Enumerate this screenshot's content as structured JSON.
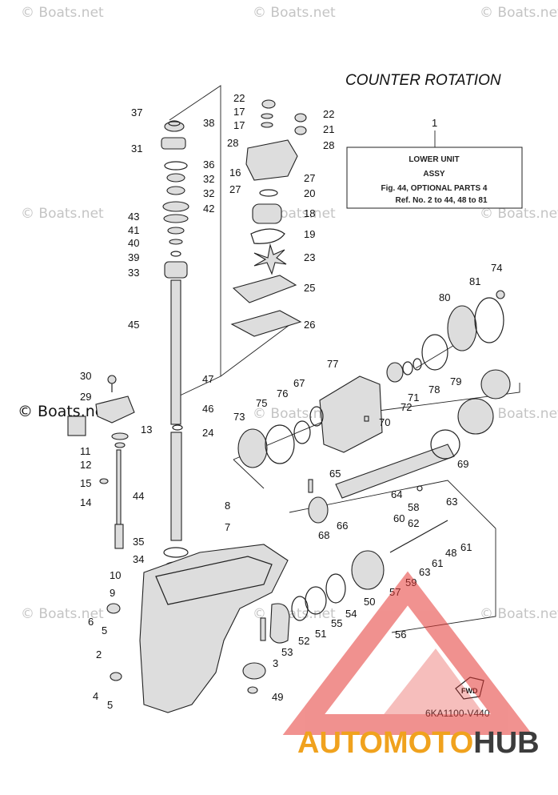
{
  "title": "COUNTER ROTATION",
  "infobox": {
    "ref": "1",
    "line1": "LOWER UNIT",
    "line2": "ASSY",
    "line3": "Fig. 44, OPTIONAL PARTS 4",
    "line4": "Ref. No. 2 to 44, 48 to 81"
  },
  "figure_code": "6KA1100-V440",
  "watermark": "© Boats.net",
  "fwd_label": "FWD",
  "brand": {
    "part1": "AUTO",
    "part2": "MOTO",
    "part3": "HUB"
  },
  "colors": {
    "brand_orange": "#f0a21e",
    "brand_dark": "#3c3c3c",
    "logo_red": "#e53935"
  },
  "callouts": [
    "37",
    "38",
    "31",
    "36",
    "32",
    "32",
    "42",
    "43",
    "41",
    "40",
    "39",
    "33",
    "45",
    "22",
    "17",
    "17",
    "22",
    "21",
    "28",
    "28",
    "16",
    "27",
    "27",
    "20",
    "18",
    "19",
    "23",
    "25",
    "26",
    "47",
    "46",
    "24",
    "30",
    "29",
    "13",
    "11",
    "12",
    "15",
    "14",
    "44",
    "8",
    "7",
    "35",
    "34",
    "10",
    "9",
    "6",
    "5",
    "2",
    "4",
    "5",
    "3",
    "49",
    "53",
    "52",
    "51",
    "55",
    "54",
    "50",
    "57",
    "59",
    "63",
    "61",
    "60",
    "58",
    "62",
    "63",
    "61",
    "48",
    "56",
    "64",
    "65",
    "66",
    "68",
    "73",
    "75",
    "76",
    "67",
    "77",
    "70",
    "72",
    "71",
    "78",
    "79",
    "80",
    "81",
    "74",
    "69"
  ]
}
